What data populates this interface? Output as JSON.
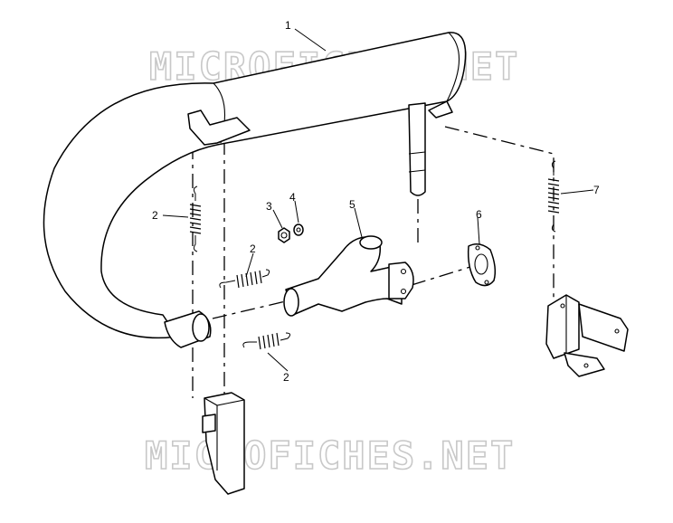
{
  "watermark": {
    "text": "MICROFICHES.NET"
  },
  "callouts": [
    {
      "id": "muffler",
      "label": "1"
    },
    {
      "id": "spring-left",
      "label": "2"
    },
    {
      "id": "spring-middle-upper",
      "label": "2"
    },
    {
      "id": "spring-middle-lower",
      "label": "2"
    },
    {
      "id": "nut",
      "label": "3"
    },
    {
      "id": "washer",
      "label": "4"
    },
    {
      "id": "y-pipe",
      "label": "5"
    },
    {
      "id": "gasket",
      "label": "6"
    },
    {
      "id": "spring-right",
      "label": "7"
    }
  ]
}
